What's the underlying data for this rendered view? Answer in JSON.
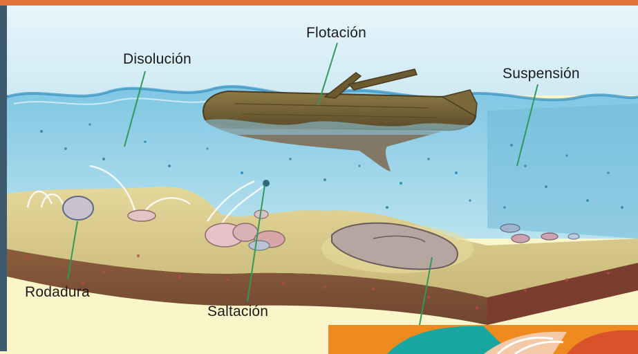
{
  "diagram": {
    "labels": {
      "disolucion": "Disolución",
      "flotacion": "Flotación",
      "suspension": "Suspensión",
      "rodadura": "Rodadura",
      "saltacion": "Saltación"
    },
    "colors": {
      "water": "#9fd3e6",
      "water_dark": "#5fb4d4",
      "sand": "#d7cc8c",
      "soil": "#8a5a3a",
      "leader": "#2e9a56",
      "background": "#fbf6c9",
      "accent_orange": "#ef8a1e",
      "accent_teal": "#1aa6a0"
    }
  }
}
